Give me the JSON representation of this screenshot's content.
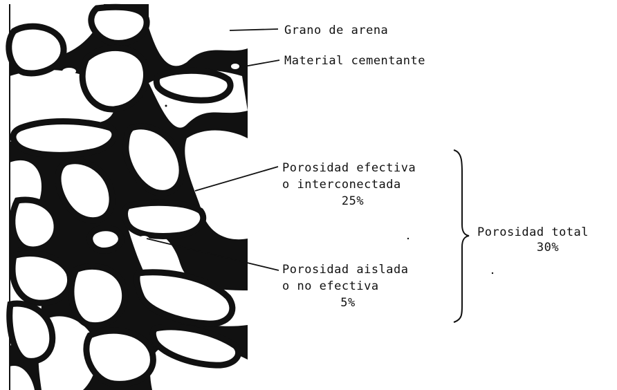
{
  "labels": {
    "grano": "Grano de arena",
    "material": "Material cementante",
    "efectiva_line1": "Porosidad efectiva",
    "efectiva_line2": "o interconectada",
    "efectiva_pct": "25%",
    "aislada_line1": "Porosidad aislada",
    "aislada_line2": "o no efectiva",
    "aislada_pct": "5%",
    "total_line1": "Porosidad total",
    "total_pct": "30%"
  },
  "colors": {
    "ink": "#111111",
    "background": "#ffffff"
  }
}
